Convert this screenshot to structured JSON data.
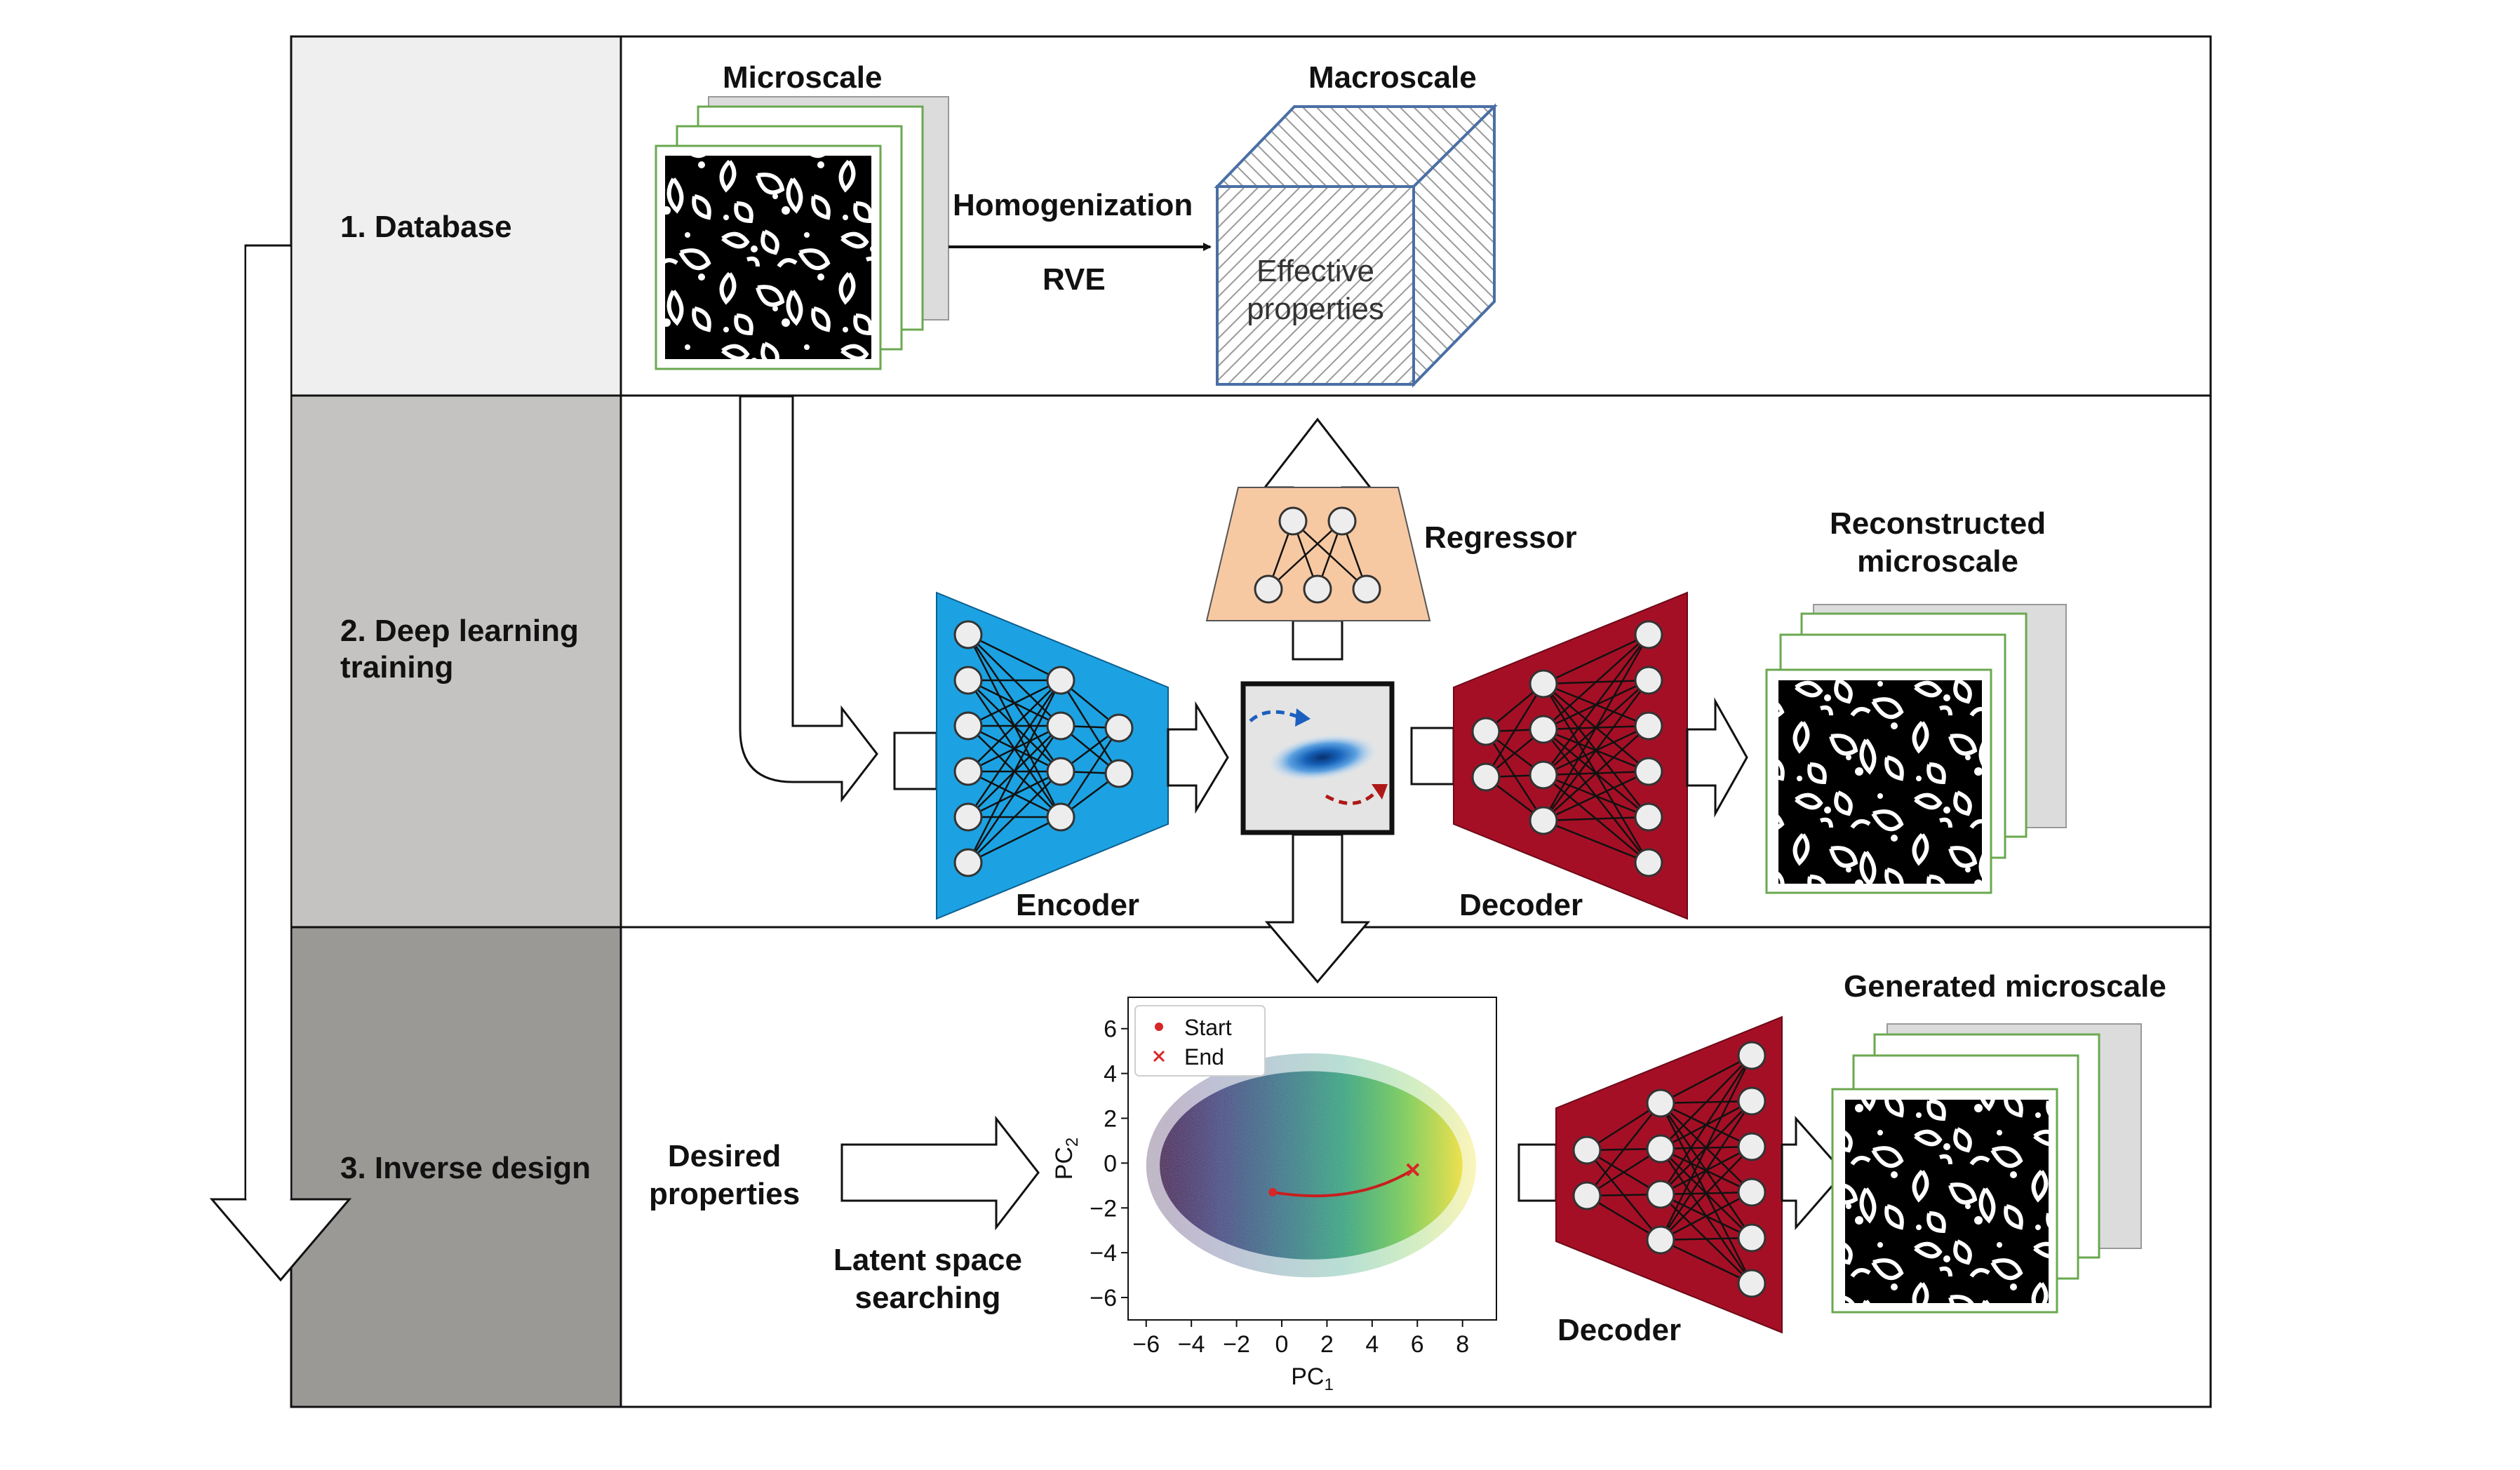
{
  "rows": {
    "database": "1. Database",
    "training_line1": "2. Deep learning",
    "training_line2": "training",
    "inverse": "3. Inverse design"
  },
  "database": {
    "microscale": "Microscale",
    "macroscale": "Macroscale",
    "homogenization": "Homogenization",
    "rve": "RVE",
    "effective_line1": "Effective",
    "effective_line2": "properties"
  },
  "training": {
    "regressor": "Regressor",
    "encoder": "Encoder",
    "decoder": "Decoder",
    "reconstructed_line1": "Reconstructed",
    "reconstructed_line2": "microscale"
  },
  "inverse": {
    "desired_line1": "Desired",
    "desired_line2": "properties",
    "latent_line1": "Latent space",
    "latent_line2": "searching",
    "decoder": "Decoder",
    "generated": "Generated microscale"
  },
  "colors": {
    "row1": "#efefef",
    "row2": "#c4c3c1",
    "row3": "#9a9996",
    "encoder": "#1ca2e2",
    "decoder": "#a50f25",
    "regressor": "#f7c9a2",
    "green_frame": "#6aa84f"
  },
  "chart_data": {
    "type": "scatter",
    "xlabel": "PC1",
    "ylabel": "PC2",
    "xlim": [
      -6.8,
      9.5
    ],
    "ylim": [
      -7,
      7.4
    ],
    "xticks": [
      "−6",
      "−4",
      "−2",
      "0",
      "2",
      "4",
      "6",
      "8"
    ],
    "yticks": [
      "6",
      "4",
      "2",
      "0",
      "−2",
      "−4",
      "−6"
    ],
    "legend": [
      "Start",
      "End"
    ],
    "legend_position": "top-left",
    "colormap": "viridis",
    "series": [
      {
        "name": "Start",
        "marker": "dot",
        "color": "#d62728",
        "x": -0.4,
        "y": -1.3
      },
      {
        "name": "End",
        "marker": "x",
        "color": "#d62728",
        "x": 5.8,
        "y": -0.3
      }
    ]
  }
}
